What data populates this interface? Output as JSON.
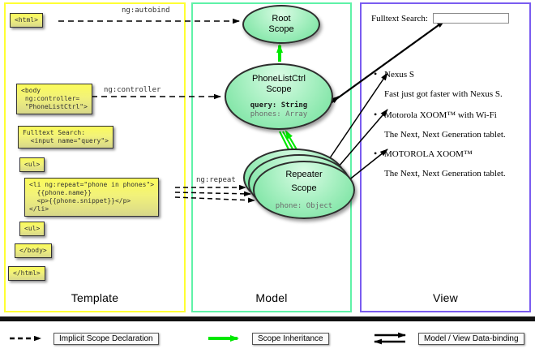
{
  "panels": {
    "template": {
      "label": "Template",
      "border_color": "#ffff33"
    },
    "model": {
      "label": "Model",
      "border_color": "#5ff2a8"
    },
    "view": {
      "label": "View",
      "border_color": "#7a5cf0"
    }
  },
  "template_boxes": {
    "html_open": "<html>",
    "body_open": "<body\n ng:controller=\n \"PhoneListCtrl\">",
    "search": "Fulltext Search:\n  <input name=\"query\">",
    "ul_open": "<ul>",
    "li": "<li ng:repeat=\"phone in phones\">\n  {{phone.name}}\n  <p>{{phone.snippet}}</p>\n</li>",
    "ul_close": "<ul>",
    "body_close": "</body>",
    "html_close": "</html>"
  },
  "edge_labels": {
    "autobind": "ng:autobind",
    "controller": "ng:controller",
    "repeat": "ng:repeat"
  },
  "model": {
    "root_scope": {
      "title_line1": "Root",
      "title_line2": "Scope"
    },
    "phonelist_scope": {
      "title_line1": "PhoneListCtrl",
      "title_line2": "Scope",
      "field_query": "query: String",
      "field_phones": "phones: Array"
    },
    "repeater_scope": {
      "title_line1": "Repeater",
      "title_line2": "Scope",
      "field_phone": "phone: Object"
    }
  },
  "view": {
    "search_label": "Fulltext Search:",
    "search_value": "",
    "search_placeholder": "",
    "phones": [
      {
        "name": "Nexus S",
        "snippet": "Fast just got faster with Nexus S."
      },
      {
        "name": "Motorola XOOM™  with Wi-Fi",
        "snippet": "The Next, Next Generation tablet."
      },
      {
        "name": "MOTOROLA XOOM™",
        "snippet": "The Next, Next Generation tablet."
      }
    ]
  },
  "legend": {
    "implicit": "Implicit Scope Declaration",
    "inheritance": "Scope Inheritance",
    "databinding": "Model / View Data-binding"
  },
  "colors": {
    "inheritance_arrow": "#00e800",
    "scope_fill": "#8ce9b0",
    "code_fill": "#f2f27a"
  }
}
